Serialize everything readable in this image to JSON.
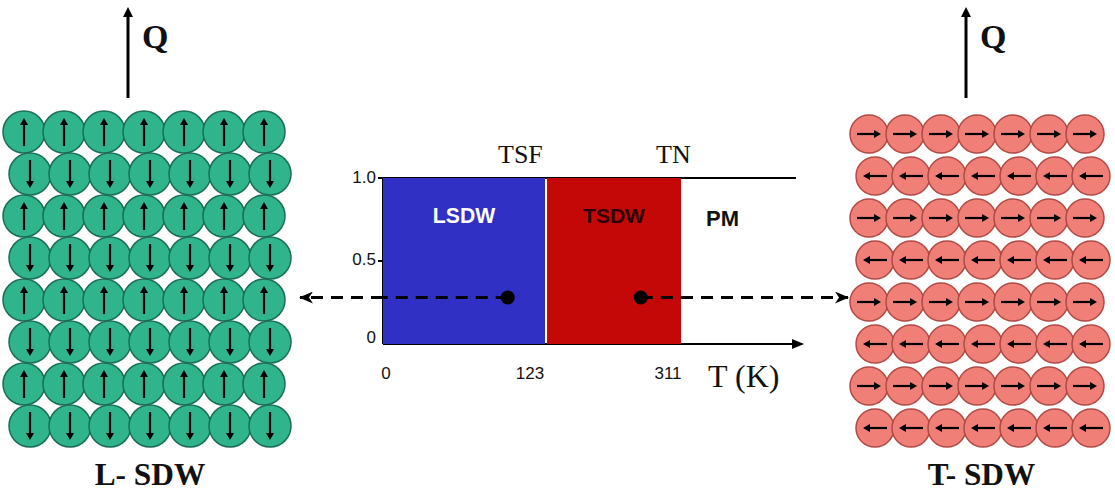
{
  "diagram": {
    "nodes": [
      {
        "text": [
          "L- SDW"
        ]
      },
      {
        "text": [
          "LSDW"
        ]
      },
      {
        "text": [
          "TSDW"
        ]
      },
      {
        "text": [
          "T- SDW"
        ]
      }
    ],
    "edges": [
      {
        "from": 1,
        "to": 0,
        "arrow": "to"
      },
      {
        "from": 2,
        "to": 3,
        "arrow": "to"
      }
    ],
    "labels": [
      "Q",
      "TSF",
      "TN",
      "1.0",
      "PM",
      "0.5",
      "0",
      "0",
      "123",
      "311",
      "T (K)",
      "Q"
    ]
  }
}
